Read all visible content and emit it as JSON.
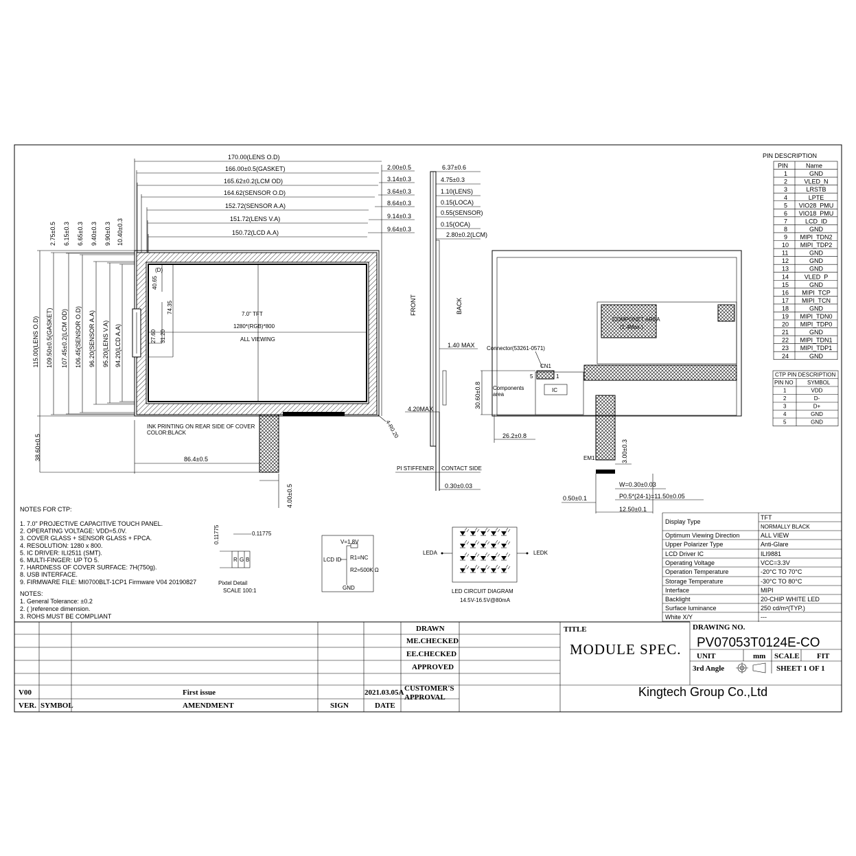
{
  "dimensions_top": [
    {
      "label": "170.00(LENS O.D)",
      "right": "2.00±0.5"
    },
    {
      "label": "166.00±0.5(GASKET)",
      "right": "3.14±0.3"
    },
    {
      "label": "165.62±0.2(LCM OD)",
      "right": "3.64±0.3"
    },
    {
      "label": "164.62(SENSOR O.D)",
      "right": "8.64±0.3"
    },
    {
      "label": "152.72(SENSOR A.A)",
      "right": "9.14±0.3"
    },
    {
      "label": "151.72(LENS V.A)",
      "right": "9.64±0.3"
    },
    {
      "label": "150.72(LCD A.A)",
      "right": ""
    }
  ],
  "dimensions_left": [
    "2.75±0.5",
    "6.15±0.3",
    "6.65±0.3",
    "9.40±0.3",
    "9.90±0.3",
    "10.40±0.3"
  ],
  "dimensions_vertical": [
    "115.00(LENS O.D)",
    "109.50±0.5(GASKET)",
    "107.45±0.2(LCM OD)",
    "106.45(SENSOR O.D)",
    "96.20(SENSOR A.A)",
    "95.20(LENS V.A)",
    "94.20(LCD A.A)"
  ],
  "front_view": {
    "center_text": [
      "7.0\" TFT",
      "1280*(RGB)*800",
      "ALL VIEWING"
    ],
    "dims": [
      "40.65",
      "74.35",
      "27.60",
      "31.20",
      "(D)"
    ],
    "ink_note": [
      "INK PRINTING ON REAR SIDE OF COVER",
      "COLOR:BLACK"
    ],
    "bottom_dim": "86.4±0.5",
    "tail_dim": "38.60±0.5",
    "tail_thick": "4.00±0.5",
    "radius": "4-R0.20"
  },
  "side_view": {
    "dims": [
      "6.37±0.6",
      "4.75±0.3",
      "1.10(LENS)",
      "0.15(LOCA)",
      "0.55(SENSOR)",
      "0.15(OCA)",
      "2.80±0.2(LCM)",
      "1.40 MAX",
      "4.20MAX",
      "0.30±0.03"
    ],
    "labels": [
      "FRONT",
      "BACK",
      "PI STIFFENER",
      "CONTACT SIDE"
    ]
  },
  "back_view": {
    "connector": "Connector(53261-0571)",
    "cn1": "CN1",
    "pin5": "5",
    "pin1": "1",
    "components": [
      "Components",
      "area"
    ],
    "ic": "IC",
    "component_area": [
      "COMPONET AREA",
      "(1.4Max.)"
    ],
    "dims": [
      "30.60±0.8",
      "26.2±0.8",
      "3.00±0.3",
      "W=0.30±0.03",
      "P0.5*(24-1)=11.50±0.05",
      "0.50±0.1",
      "12.50±0.1"
    ],
    "em": "EM1"
  },
  "pin_description": {
    "title": "PIN  DESCRIPTION",
    "headers": [
      "PIN",
      "Name"
    ],
    "rows": [
      [
        "1",
        "GND"
      ],
      [
        "2",
        "VLED_N"
      ],
      [
        "3",
        "LRSTB"
      ],
      [
        "4",
        "LPTE"
      ],
      [
        "5",
        "VIO28_PMU"
      ],
      [
        "6",
        "VIO18_PMU"
      ],
      [
        "7",
        "LCD_ID"
      ],
      [
        "8",
        "GND"
      ],
      [
        "9",
        "MIPI_TDN2"
      ],
      [
        "10",
        "MIPI_TDP2"
      ],
      [
        "11",
        "GND"
      ],
      [
        "12",
        "GND"
      ],
      [
        "13",
        "GND"
      ],
      [
        "14",
        "VLED_P"
      ],
      [
        "15",
        "GND"
      ],
      [
        "16",
        "MIPI_TCP"
      ],
      [
        "17",
        "MIPI_TCN"
      ],
      [
        "18",
        "GND"
      ],
      [
        "19",
        "MIPI_TDN0"
      ],
      [
        "20",
        "MIPI_TDP0"
      ],
      [
        "21",
        "GND"
      ],
      [
        "22",
        "MIPI_TDN1"
      ],
      [
        "23",
        "MIPI_TDP1"
      ],
      [
        "24",
        "GND"
      ]
    ]
  },
  "ctp_pin": {
    "title": "CTP PIN DESCRIPTION",
    "headers": [
      "PIN NO",
      "SYMBOL"
    ],
    "rows": [
      [
        "1",
        "VDD"
      ],
      [
        "2",
        "D-"
      ],
      [
        "3",
        "D+"
      ],
      [
        "4",
        "GND"
      ],
      [
        "5",
        "GND"
      ]
    ]
  },
  "notes_ctp": {
    "title": "NOTES FOR CTP:",
    "items": [
      "1. 7.0\" PROJECTIVE CAPACITIVE TOUCH PANEL.",
      "2. OPERATING VOLTAGE: VDD=5.0V.",
      "3. COVER GLASS + SENSOR GLASS + FPCA.",
      "4. RESOLUTION: 1280 x 800.",
      "5. IC DRIVER: ILI2511 (SMT).",
      "6. MULTI-FINGER: UP TO 5.",
      "7. HARDNESS OF COVER SURFACE: 7H(750g).",
      "8. USB INTERFACE.",
      "9. FIRMWARE FILE: MI0700BLT-1CP1 Firmware V04 20190827"
    ]
  },
  "notes": {
    "title": "NOTES:",
    "items": [
      "1. General Tolerance: ±0.2",
      "2. (    )reference dimension.",
      "3. ROHS   MUST  BE  COMPLIANT"
    ]
  },
  "pixel_detail": {
    "dim_v": "0.11775",
    "dim_h": "0.11775",
    "rgb": [
      "R",
      "G",
      "B"
    ],
    "title": "Pixtel Detail",
    "scale": "SCALE 100:1"
  },
  "lcd_id_circuit": {
    "v": "V=1.8V",
    "lcdid": "LCD ID",
    "r1": "R1=NC",
    "r2": "R2=500K Ω",
    "gnd": "GND"
  },
  "led_circuit": {
    "leda": "LEDA",
    "ledk": "LEDK",
    "title": "LED CIRCUIT DIAGRAM",
    "spec": "14.5V-16.5V@80mA"
  },
  "specs": [
    [
      "Display Type",
      "TFT"
    ],
    [
      "",
      "NORMALLY BLACK"
    ],
    [
      "Optimum Viewing Direction",
      "ALL  VIEW"
    ],
    [
      "Upper Polarizer Type",
      "Anti-Glare"
    ],
    [
      "LCD Driver IC",
      "ILI9881"
    ],
    [
      "Operating Voltage",
      "VCC=3.3V"
    ],
    [
      "Operation Temperature",
      "-20°C  TO  70°C"
    ],
    [
      "Storage Temperature",
      "-30°C  TO  80°C"
    ],
    [
      "Interface",
      "MIPI"
    ],
    [
      "Backlight",
      "20-CHIP  WHITE  LED"
    ],
    [
      "Surface luminance",
      "250 cd/m²(TYP.)"
    ],
    [
      "White X/Y",
      "---"
    ]
  ],
  "title_block": {
    "drawn": "DRAWN",
    "me_checked": "ME.CHECKED",
    "ee_checked": "EE.CHECKED",
    "approved": "APPROVED",
    "customer": [
      "CUSTOMER'S",
      "APPROVAL"
    ],
    "title_label": "TITLE",
    "title": "MODULE  SPEC.",
    "drawing_no_label": "DRAWING NO.",
    "drawing_no": "PV07053T0124E-CO",
    "unit": "UNIT",
    "mm": "mm",
    "scale": "SCALE",
    "fit": "FIT",
    "angle": "3rd Angle",
    "sheet": "SHEET  1  OF  1",
    "company": "Kingtech Group Co.,Ltd",
    "ver": "V00",
    "issue": "First issue",
    "date": "2021.03.05A",
    "h_ver": "VER.",
    "h_symbol": "SYMBOL",
    "h_amend": "AMENDMENT",
    "h_sign": "SIGN",
    "h_date": "DATE"
  }
}
